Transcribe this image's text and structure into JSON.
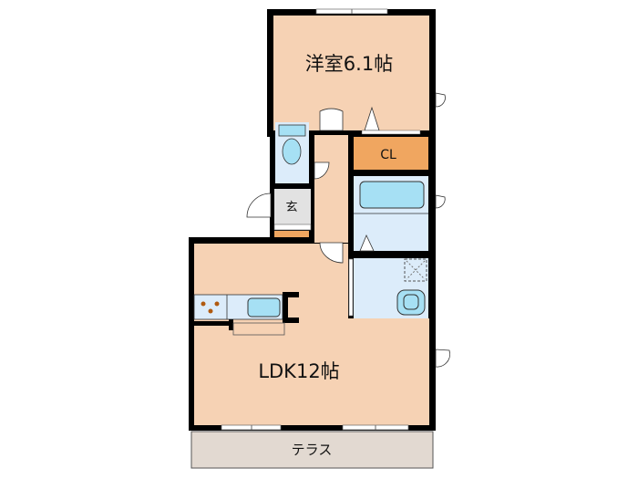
{
  "rooms": {
    "bedroom": "洋室6.1帖",
    "closet": "CL",
    "entrance": "玄",
    "ldk": "LDK12帖",
    "terrace": "テラス"
  },
  "colors": {
    "floor": "#f6d2b4",
    "closet": "#f0a660",
    "wet_area": "#dcecfa",
    "fixture": "#a6e0f4",
    "entrance": "#e2e2e2",
    "terrace": "#e2d9d1",
    "wall": "#000000"
  }
}
